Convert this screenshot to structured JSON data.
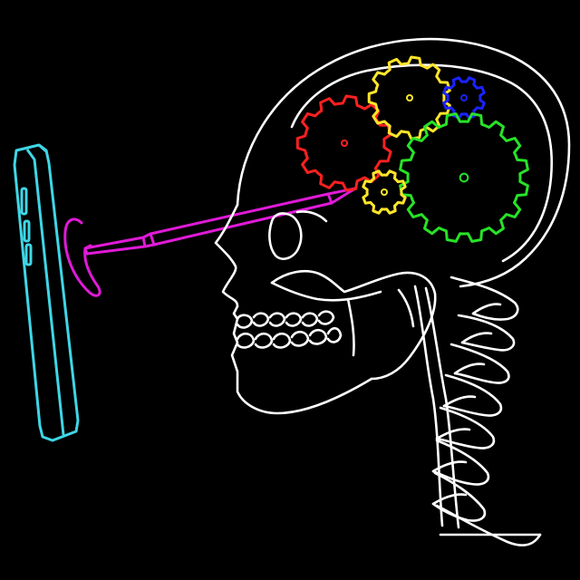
{
  "scene": {
    "background": "#000000",
    "subjects": [
      "smartphone-icon",
      "skull-icon",
      "brain-icon",
      "gear-icon",
      "spine-icon",
      "syringe-icon"
    ]
  },
  "colors": {
    "outline": "#ffffff",
    "phone": "#3fd6e6",
    "syringe": "#e01ad8",
    "gear_red": "#ff2020",
    "gear_yellow": "#ffe52a",
    "gear_blue": "#1a23ff",
    "gear_green": "#27e327"
  },
  "gears": [
    {
      "id": "gear-red",
      "color_key": "gear_red",
      "teeth": 11
    },
    {
      "id": "gear-yellow-top",
      "color_key": "gear_yellow",
      "teeth": 11
    },
    {
      "id": "gear-blue",
      "color_key": "gear_blue",
      "teeth": 8
    },
    {
      "id": "gear-green",
      "color_key": "gear_green",
      "teeth": 16
    },
    {
      "id": "gear-yellow-small",
      "color_key": "gear_yellow",
      "teeth": 8
    }
  ]
}
